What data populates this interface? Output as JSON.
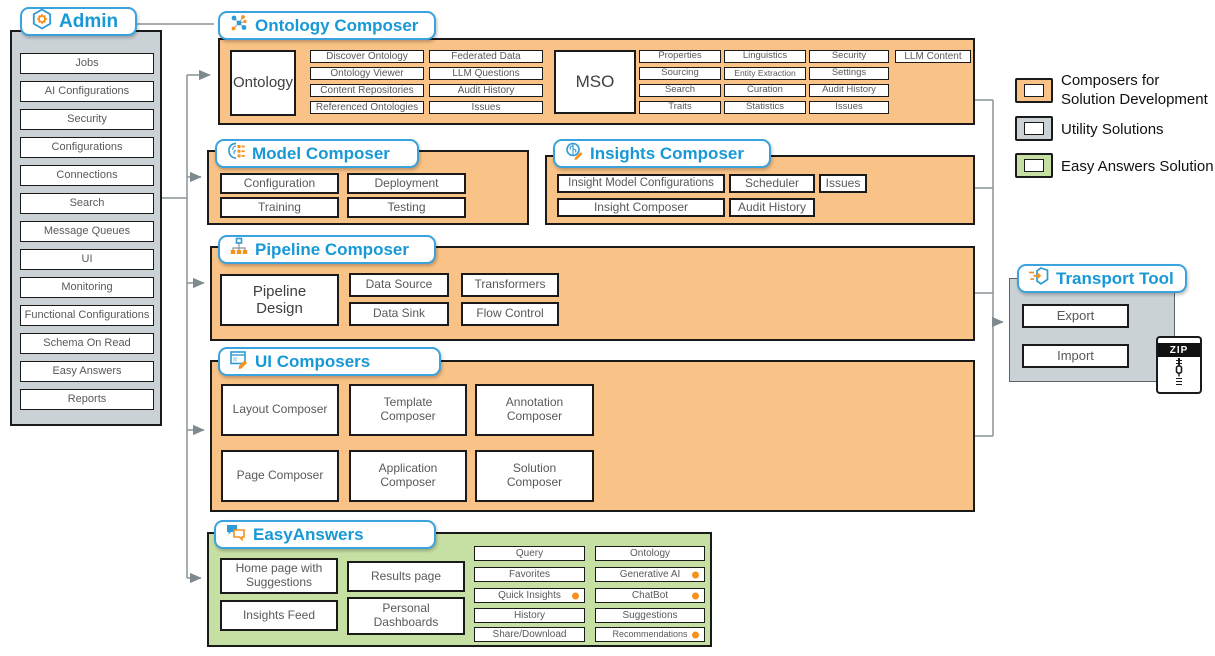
{
  "admin": {
    "title": "Admin",
    "items": [
      "Jobs",
      "AI Configurations",
      "Security",
      "Configurations",
      "Connections",
      "Search",
      "Message Queues",
      "UI",
      "Monitoring",
      "Functional Configurations",
      "Schema On Read",
      "Easy Answers",
      "Reports"
    ]
  },
  "ontology": {
    "title": "Ontology Composer",
    "main": "Ontology",
    "col1": [
      "Discover Ontology",
      "Ontology Viewer",
      "Content Repositories",
      "Referenced Ontologies"
    ],
    "col2": [
      "Federated Data",
      "LLM Questions",
      "Audit History",
      "Issues"
    ],
    "mso": "MSO",
    "col3": [
      "Properties",
      "Sourcing",
      "Search",
      "Traits"
    ],
    "col4": [
      "Linguistics",
      "Entity Extraction",
      "Curation",
      "Statistics"
    ],
    "col5": [
      "Security",
      "Settings",
      "Audit History",
      "Issues"
    ],
    "llm_content": "LLM Content"
  },
  "model": {
    "title": "Model Composer",
    "items": [
      "Configuration",
      "Deployment",
      "Training",
      "Testing"
    ]
  },
  "insights": {
    "title": "Insights Composer",
    "row1": [
      "Insight Model Configurations",
      "Scheduler",
      "Issues"
    ],
    "row2": [
      "Insight Composer",
      "Audit History"
    ]
  },
  "pipeline": {
    "title": "Pipeline Composer",
    "main": "Pipeline Design",
    "items": [
      "Data Source",
      "Transformers",
      "Data Sink",
      "Flow Control"
    ]
  },
  "ui": {
    "title": "UI Composers",
    "items": [
      "Layout Composer",
      "Template Composer",
      "Annotation Composer",
      "Page Composer",
      "Application Composer",
      "Solution Composer"
    ]
  },
  "easy": {
    "title": "EasyAnswers",
    "left": [
      "Home page with Suggestions",
      "Results page",
      "Insights Feed",
      "Personal Dashboards"
    ],
    "col1": [
      {
        "label": "Query"
      },
      {
        "label": "Favorites"
      },
      {
        "label": "Quick Insights",
        "dot": true
      },
      {
        "label": "History"
      },
      {
        "label": "Share/Download"
      }
    ],
    "col2": [
      {
        "label": "Ontology"
      },
      {
        "label": "Generative AI",
        "dot": true
      },
      {
        "label": "ChatBot",
        "dot": true
      },
      {
        "label": "Suggestions"
      },
      {
        "label": "Recommendations",
        "dot": true
      }
    ]
  },
  "transport": {
    "title": "Transport Tool",
    "items": [
      "Export",
      "Import"
    ],
    "zip_label": "ZIP"
  },
  "legend": {
    "items": [
      {
        "label": "Composers for Solution Development",
        "color": "#F9C286"
      },
      {
        "label": "Utility Solutions",
        "color": "#CBD2D6"
      },
      {
        "label": "Easy Answers Solution",
        "color": "#C6E0A4"
      }
    ]
  },
  "colors": {
    "orange": "#F9C286",
    "gray": "#CBD2D6",
    "green": "#C6E0A4",
    "title_blue": "#1899D6",
    "accent_orange": "#F5921E"
  }
}
